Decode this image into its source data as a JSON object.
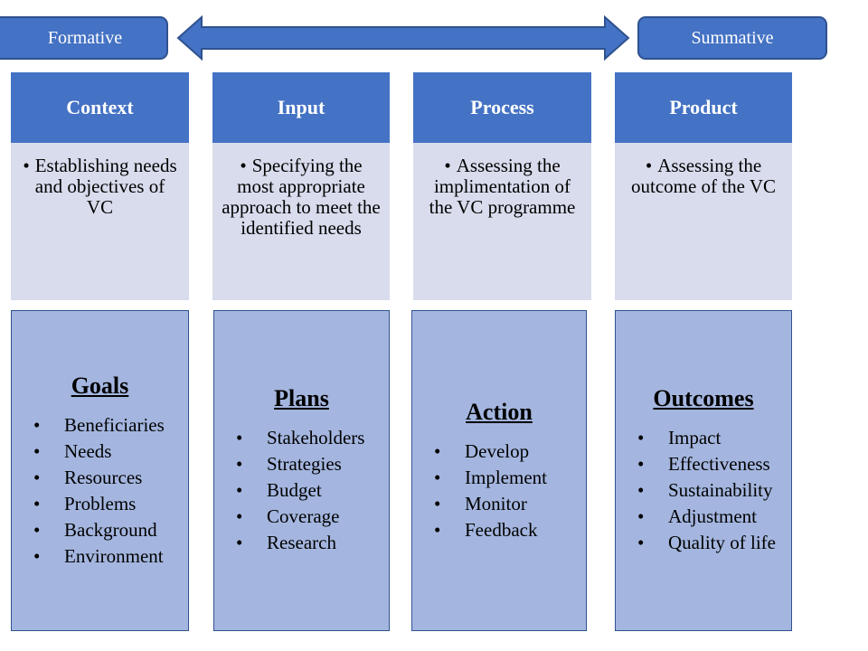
{
  "colors": {
    "header_fill": "#4472c4",
    "desc_fill": "#d8dcec",
    "box_fill": "#a4b6df",
    "arrow_fill": "#4472c4",
    "border": "#2f528f"
  },
  "timeline": {
    "left_label": "Formative",
    "right_label": "Summative",
    "arrow": "double-headed-arrow"
  },
  "columns": [
    {
      "header": "Context",
      "description": "Establishing needs and objectives of VC",
      "title": "Goals",
      "items": [
        "Beneficiaries",
        "Needs",
        "Resources",
        "Problems",
        "Background",
        "Environment"
      ]
    },
    {
      "header": "Input",
      "description": "Specifying the most appropriate approach to meet the identified needs",
      "title": "Plans",
      "items": [
        "Stakeholders",
        "Strategies",
        "Budget",
        "Coverage",
        "Research"
      ]
    },
    {
      "header": "Process",
      "description": "Assessing the implimentation of the VC programme",
      "title": "Action",
      "items": [
        "Develop",
        "Implement",
        "Monitor",
        "Feedback"
      ]
    },
    {
      "header": "Product",
      "description": "Assessing the outcome of the VC",
      "title": "Outcomes",
      "items": [
        "Impact",
        "Effectiveness",
        "Sustainability",
        "Adjustment",
        "Quality of life"
      ]
    }
  ]
}
